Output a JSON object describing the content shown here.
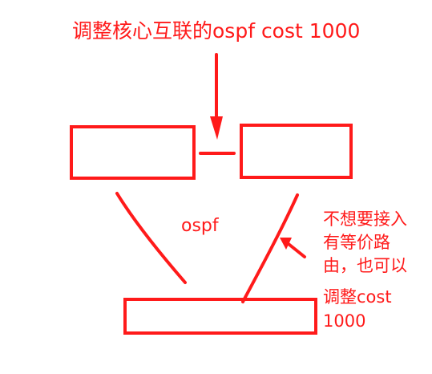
{
  "annotation_top": "调整核心互联的ospf cost 1000",
  "label_center": "ospf",
  "annotation_right": [
    "不想要接入",
    "有等价路",
    "由，也可以",
    "调整cost",
    "1000"
  ],
  "colors": {
    "ink": "#ff1a1a",
    "background": "#ffffff"
  }
}
